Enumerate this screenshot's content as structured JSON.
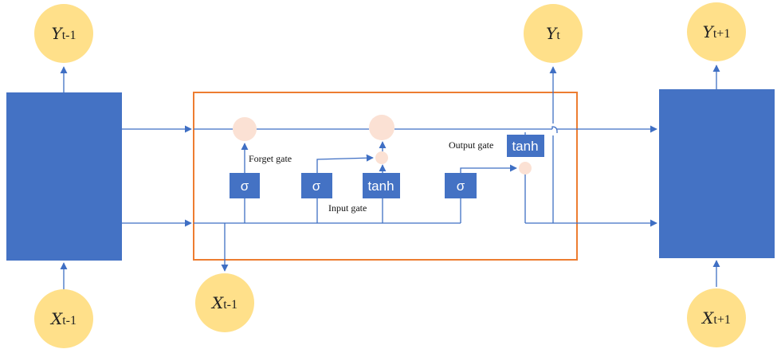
{
  "nodes": {
    "y_prev": {
      "main": "Y",
      "sub": "t-1"
    },
    "y_curr": {
      "main": "Y",
      "sub": "t"
    },
    "y_next": {
      "main": "Y",
      "sub": "t+1"
    },
    "x_prev": {
      "main": "X",
      "sub": "t-1"
    },
    "x_in": {
      "main": "X",
      "sub": "t-1"
    },
    "x_next": {
      "main": "X",
      "sub": "t+1"
    }
  },
  "gates": {
    "forget_label": "Forget gate",
    "input_label": "Input gate",
    "output_label": "Output gate"
  },
  "boxes": {
    "forget_sigma": "σ",
    "input_sigma": "σ",
    "input_tanh": "tanh",
    "output_sigma": "σ",
    "output_tanh": "tanh"
  },
  "colors": {
    "cell_blue": "#4472c4",
    "arrow_blue": "#3f6fc4",
    "node_yellow": "#ffe08a",
    "op_peach": "#fbe1d4",
    "frame_orange": "#ed7d31"
  }
}
